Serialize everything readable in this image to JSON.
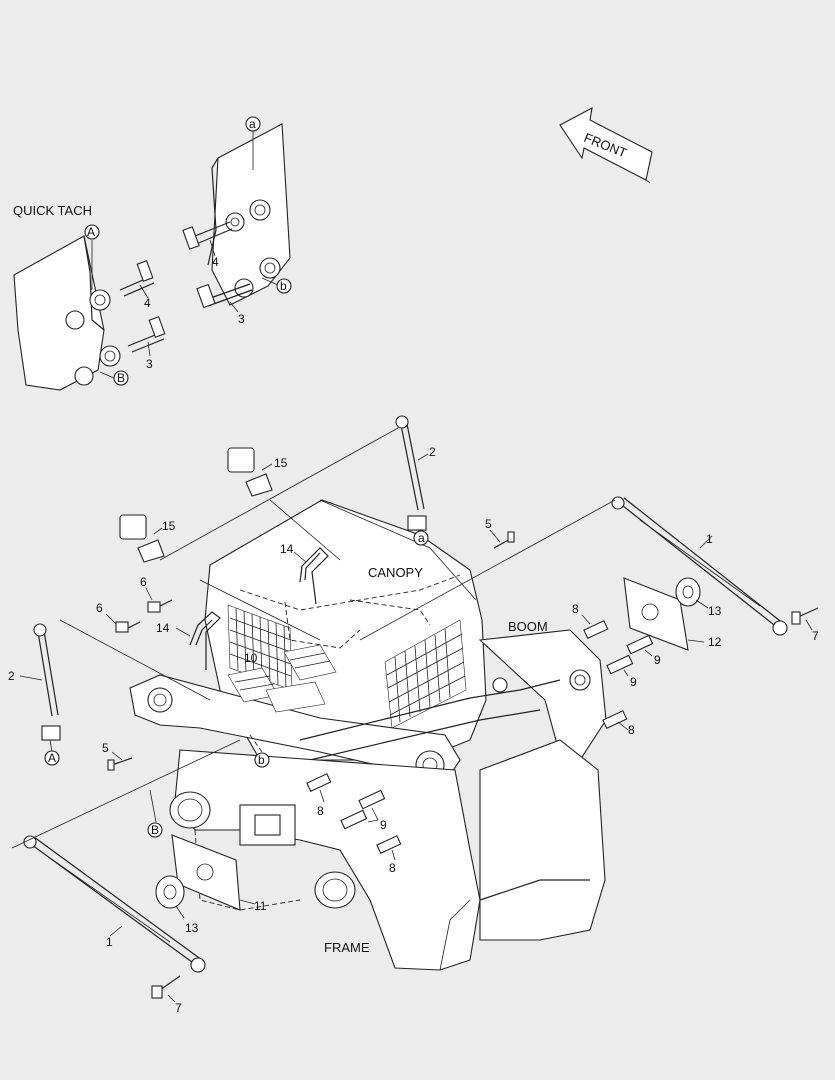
{
  "labels": {
    "quick_tach": "QUICK TACH",
    "front": "FRONT",
    "canopy": "CANOPY",
    "boom": "BOOM",
    "frame": "FRAME"
  },
  "refs": {
    "a": "a",
    "A": "A",
    "b": "b",
    "B": "B"
  },
  "callouts": {
    "c1": "1",
    "c2": "2",
    "c3": "3",
    "c4": "4",
    "c5": "5",
    "c6": "6",
    "c7": "7",
    "c8": "8",
    "c9": "9",
    "c10": "10",
    "c11": "11",
    "c12": "12",
    "c13": "13",
    "c14": "14",
    "c15": "15"
  }
}
